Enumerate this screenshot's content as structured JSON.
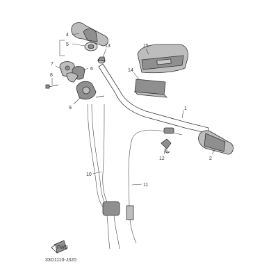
{
  "diagram": {
    "callouts": {
      "c1": "1",
      "c2": "2",
      "c4": "4",
      "c5": "5",
      "c6": "6",
      "c7": "7",
      "c8": "8",
      "c9": "9",
      "c10": "10",
      "c11": "11",
      "c12": "12",
      "c13": "13",
      "c14": "14",
      "c15": "15"
    },
    "diagram_code": "33D1110-J320",
    "front_marker": "FWD",
    "colors": {
      "line": "#333333",
      "shade": "#8f8f8f",
      "light": "#bdbdbd",
      "background": "#ffffff"
    }
  }
}
